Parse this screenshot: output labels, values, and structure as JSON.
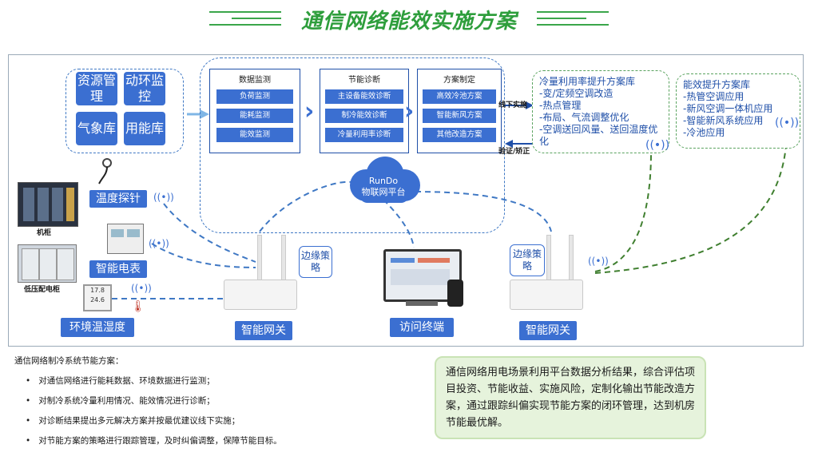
{
  "title": "通信网络能效实施方案",
  "resources": [
    "资源管理",
    "动环监控",
    "气象库",
    "用能库"
  ],
  "panels": [
    {
      "title": "数据监测",
      "items": [
        "负荷监测",
        "能耗监测",
        "能效监测"
      ]
    },
    {
      "title": "节能诊断",
      "items": [
        "主设备能效诊断",
        "制冷能效诊断",
        "冷量利用率诊断"
      ]
    },
    {
      "title": "方案制定",
      "items": [
        "高效冷池方案",
        "智能新风方案",
        "其他改造方案"
      ]
    }
  ],
  "arrows": {
    "down": "线下实施",
    "verify": "验证/矫正"
  },
  "lib1": {
    "title": "冷量利用率提升方案库",
    "items": [
      "-变/定频空调改造",
      "-热点管理",
      "-布局、气流调整优化",
      "-空调送回风量、送回温度优化"
    ]
  },
  "lib2": {
    "title": "能效提升方案库",
    "items": [
      "-热管空调应用",
      "-新风空调一体机应用",
      "-智能新风系统应用",
      "-冷池应用"
    ]
  },
  "cloud": {
    "line1": "RunDo",
    "line2": "物联网平台"
  },
  "devices": {
    "probe": "温度探针",
    "cabinet": "机柜",
    "meter": "智能电表",
    "lv_cabinet": "低压配电柜",
    "env": "环境温湿度",
    "env_display": "17.8 24.6",
    "gateway_left": "智能网关",
    "gateway_right": "智能网关",
    "edge_left": "边缘策略",
    "edge_right": "边缘策略",
    "terminal": "访问终端"
  },
  "notes": {
    "heading": "通信网络制冷系统节能方案：",
    "items": [
      "对通信网络进行能耗数据、环境数据进行监测；",
      "对制冷系统冷量利用情况、能效情况进行诊断；",
      "对诊断结果提出多元解决方案并按最优建议线下实施；",
      "对节能方案的策略进行跟踪管理，及时纠偏调整，保障节能目标。"
    ]
  },
  "summary": "通信网络用电场景利用平台数据分析结果，综合评估项目投资、节能收益、实施风险，定制化输出节能改造方案，通过跟踪纠偏实现节能方案的闭环管理，达到机房节能最优解。",
  "colors": {
    "accent_blue": "#3b6fd1",
    "accent_green": "#2e9e3c",
    "summary_bg": "#e6f3dc"
  }
}
